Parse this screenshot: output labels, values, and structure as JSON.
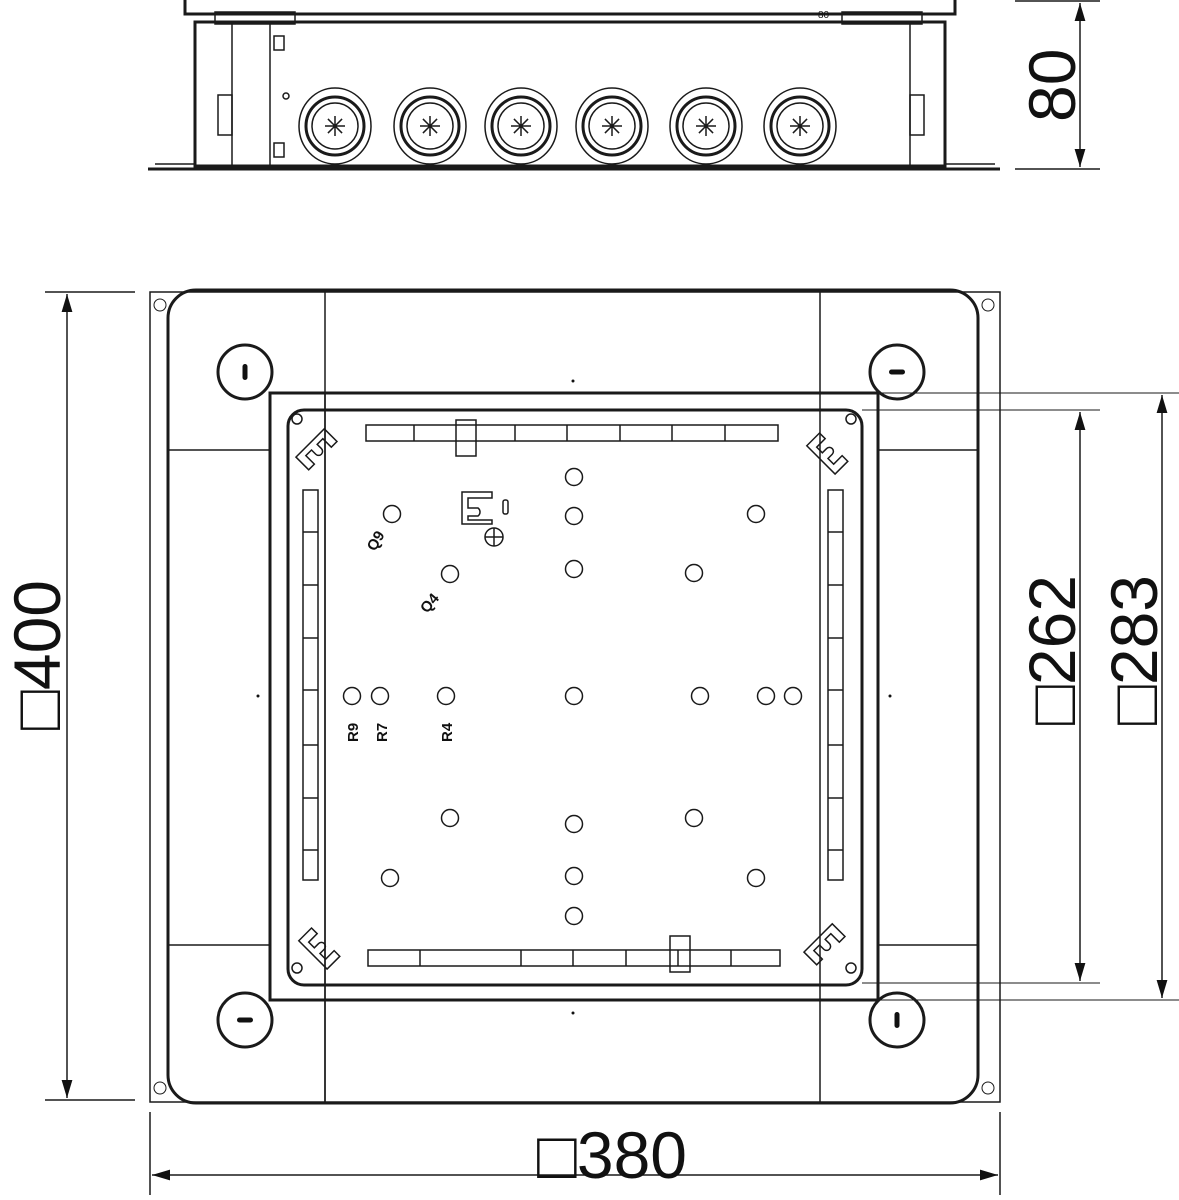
{
  "side_view": {
    "height_dimension": "80",
    "marking": "80"
  },
  "plan_view": {
    "outer_width_dimension": "□380",
    "outer_height_dimension": "□400",
    "inner_dimension_a": "□262",
    "inner_dimension_b": "□283",
    "hole_labels": {
      "q9": "Q9",
      "q4": "Q4",
      "r9": "R9",
      "r7": "R7",
      "r4": "R4"
    }
  },
  "colors": {
    "line": "#1a1a1a",
    "background": "#ffffff"
  }
}
